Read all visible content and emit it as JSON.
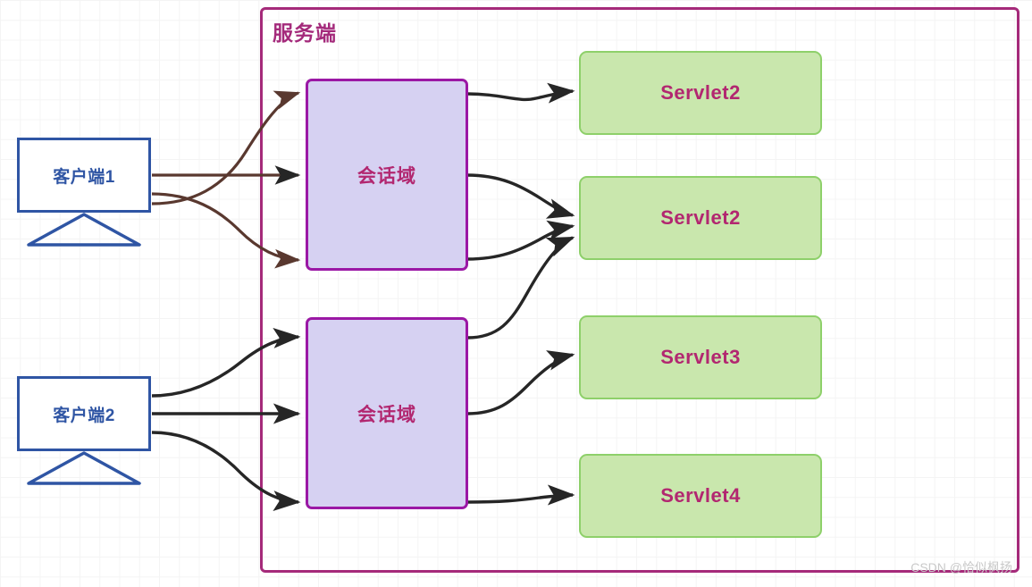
{
  "diagram": {
    "title": "服务端",
    "watermark": "CSDN @恰似枫扬",
    "colors": {
      "server_border": "#a52a7a",
      "client_border": "#2f55a4",
      "client_text": "#2f55a4",
      "session_fill": "#d6d1f2",
      "session_border": "#9b18a5",
      "label_magenta": "#b22770",
      "servlet_fill": "#c9e7ad",
      "servlet_border": "#8ed06a",
      "edge_brown": "#59382f",
      "edge_black": "#262626",
      "grid_line": "#ececec",
      "watermark": "#c9c9c9"
    },
    "clients": [
      {
        "id": "client-1",
        "label": "客户端1"
      },
      {
        "id": "client-2",
        "label": "客户端2"
      }
    ],
    "sessions": [
      {
        "id": "session-1",
        "label": "会话域"
      },
      {
        "id": "session-2",
        "label": "会话域"
      }
    ],
    "servlets": [
      {
        "id": "servlet-box-1",
        "label": "Servlet2"
      },
      {
        "id": "servlet-box-2",
        "label": "Servlet2"
      },
      {
        "id": "servlet-box-3",
        "label": "Servlet3"
      },
      {
        "id": "servlet-box-4",
        "label": "Servlet4"
      }
    ],
    "edges": [
      {
        "from": "client-1",
        "to": "session-1",
        "color": "brown"
      },
      {
        "from": "client-1",
        "to": "session-1",
        "color": "brown"
      },
      {
        "from": "client-1",
        "to": "session-1",
        "color": "brown"
      },
      {
        "from": "session-1",
        "to": "servlet-box-1",
        "color": "black"
      },
      {
        "from": "session-1",
        "to": "servlet-box-2",
        "color": "black"
      },
      {
        "from": "session-1",
        "to": "servlet-box-2",
        "color": "black"
      },
      {
        "from": "client-2",
        "to": "session-2",
        "color": "black"
      },
      {
        "from": "client-2",
        "to": "session-2",
        "color": "black"
      },
      {
        "from": "client-2",
        "to": "session-2",
        "color": "black"
      },
      {
        "from": "session-2",
        "to": "servlet-box-2",
        "color": "black"
      },
      {
        "from": "session-2",
        "to": "servlet-box-3",
        "color": "black"
      },
      {
        "from": "session-2",
        "to": "servlet-box-4",
        "color": "black"
      }
    ]
  }
}
